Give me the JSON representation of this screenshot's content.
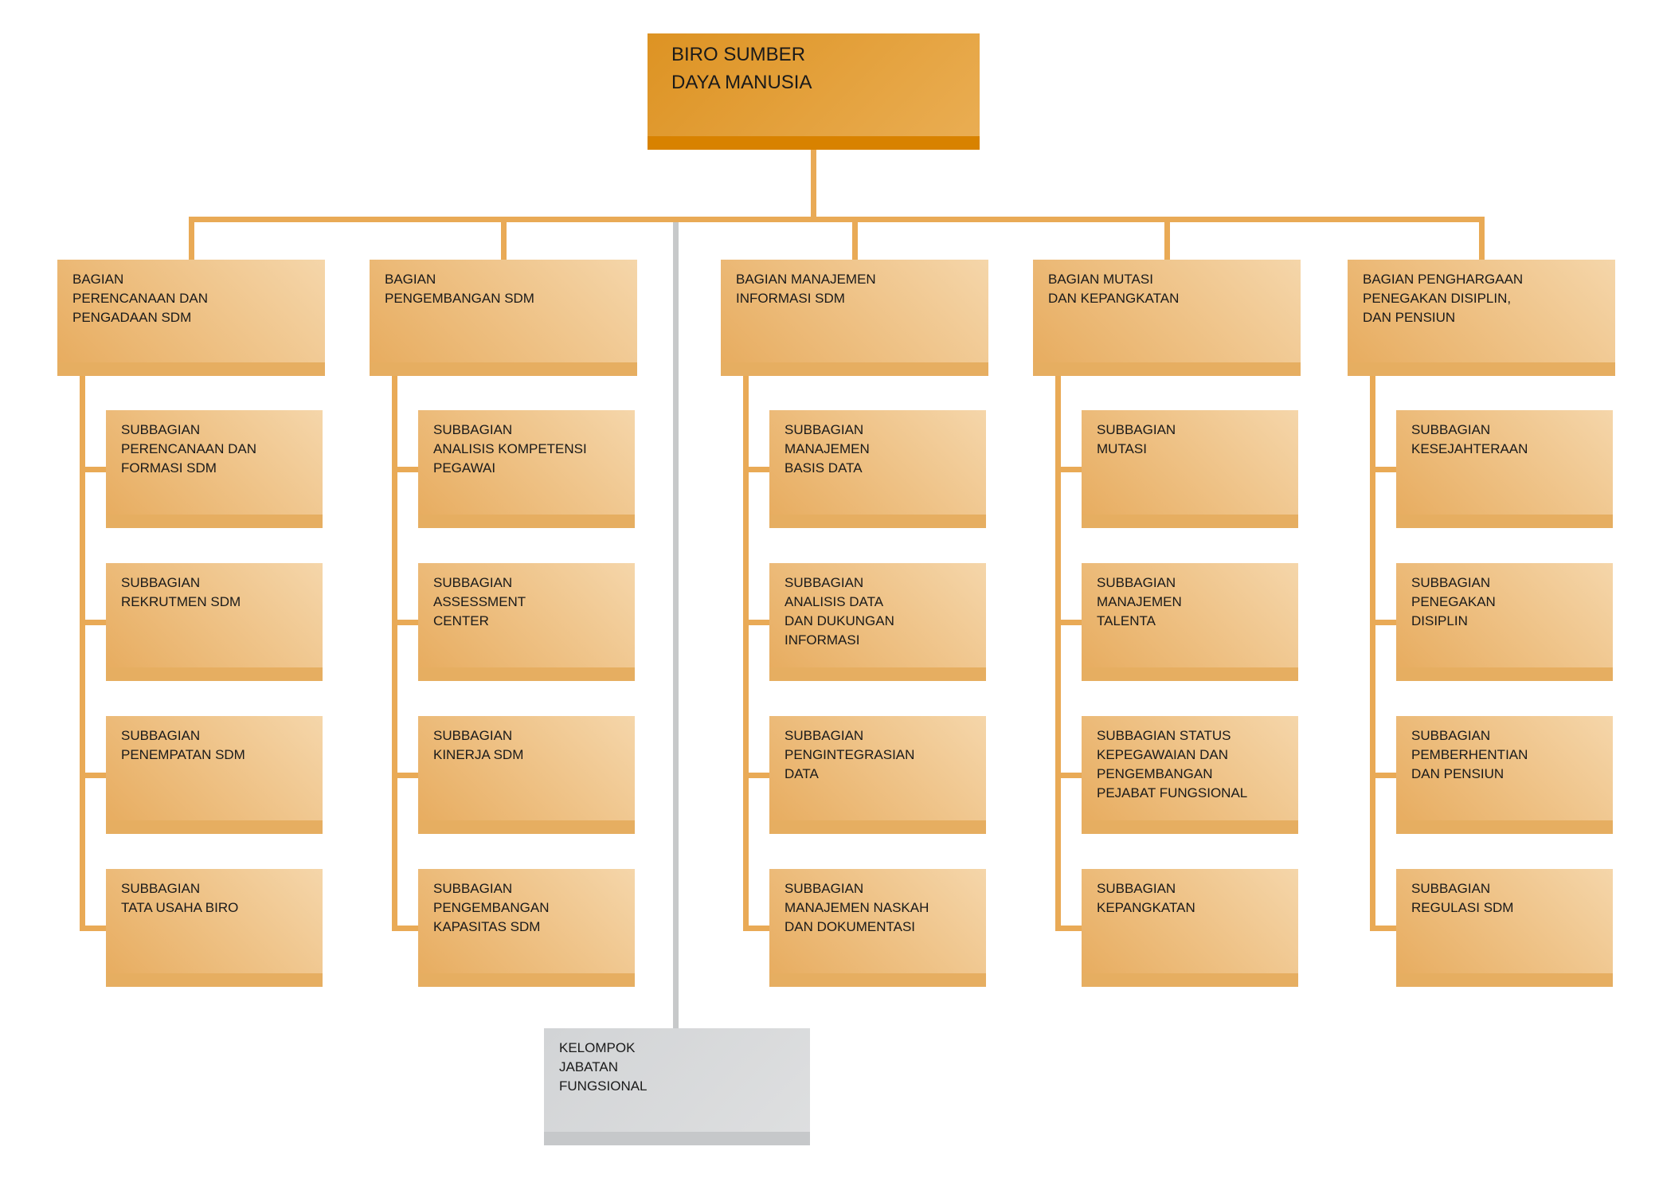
{
  "root": {
    "label": "BIRO SUMBER\nDAYA MANUSIA"
  },
  "branches": [
    {
      "label": "BAGIAN\nPERENCANAAN DAN\nPENGADAAN SDM",
      "children": [
        "SUBBAGIAN\nPERENCANAAN DAN\nFORMASI SDM",
        "SUBBAGIAN\nREKRUTMEN SDM",
        "SUBBAGIAN\nPENEMPATAN SDM",
        "SUBBAGIAN\nTATA USAHA BIRO"
      ]
    },
    {
      "label": "BAGIAN\nPENGEMBANGAN SDM",
      "children": [
        "SUBBAGIAN\nANALISIS KOMPETENSI\nPEGAWAI",
        "SUBBAGIAN\nASSESSMENT\nCENTER",
        "SUBBAGIAN\nKINERJA SDM",
        "SUBBAGIAN\nPENGEMBANGAN\nKAPASITAS SDM"
      ]
    },
    {
      "label": "BAGIAN MANAJEMEN\nINFORMASI SDM",
      "children": [
        "SUBBAGIAN\nMANAJEMEN\nBASIS DATA",
        "SUBBAGIAN\nANALISIS DATA\nDAN DUKUNGAN\nINFORMASI",
        "SUBBAGIAN\nPENGINTEGRASIAN\nDATA",
        "SUBBAGIAN\nMANAJEMEN NASKAH\nDAN DOKUMENTASI"
      ]
    },
    {
      "label": "BAGIAN MUTASI\nDAN KEPANGKATAN",
      "children": [
        "SUBBAGIAN\nMUTASI",
        "SUBBAGIAN\nMANAJEMEN\nTALENTA",
        "SUBBAGIAN STATUS\nKEPEGAWAIAN DAN\nPENGEMBANGAN\nPEJABAT FUNGSIONAL",
        "SUBBAGIAN\nKEPANGKATAN"
      ]
    },
    {
      "label": "BAGIAN PENGHARGAAN\nPENEGAKAN DISIPLIN,\nDAN PENSIUN",
      "children": [
        "SUBBAGIAN\nKESEJAHTERAAN",
        "SUBBAGIAN\nPENEGAKAN\nDISIPLIN",
        "SUBBAGIAN\nPEMBERHENTIAN\nDAN PENSIUN",
        "SUBBAGIAN\nREGULASI SDM"
      ]
    }
  ],
  "functional_group": {
    "label": "KELOMPOK\nJABATAN\nFUNGSIONAL"
  },
  "colors": {
    "root_box_dark": "#dd9323",
    "root_box_light": "#eaae54",
    "root_strip": "#d88200",
    "branch_box_dark": "#e7ab5d",
    "branch_box_light": "#f5d6aa",
    "branch_strip": "#e6ae61",
    "gray_box": "#d6d7d8",
    "gray_strip": "#c6c8ca",
    "connector": "#e9aa56",
    "gray_connector": "#c7c9ca",
    "text": "#1a1a1a"
  }
}
